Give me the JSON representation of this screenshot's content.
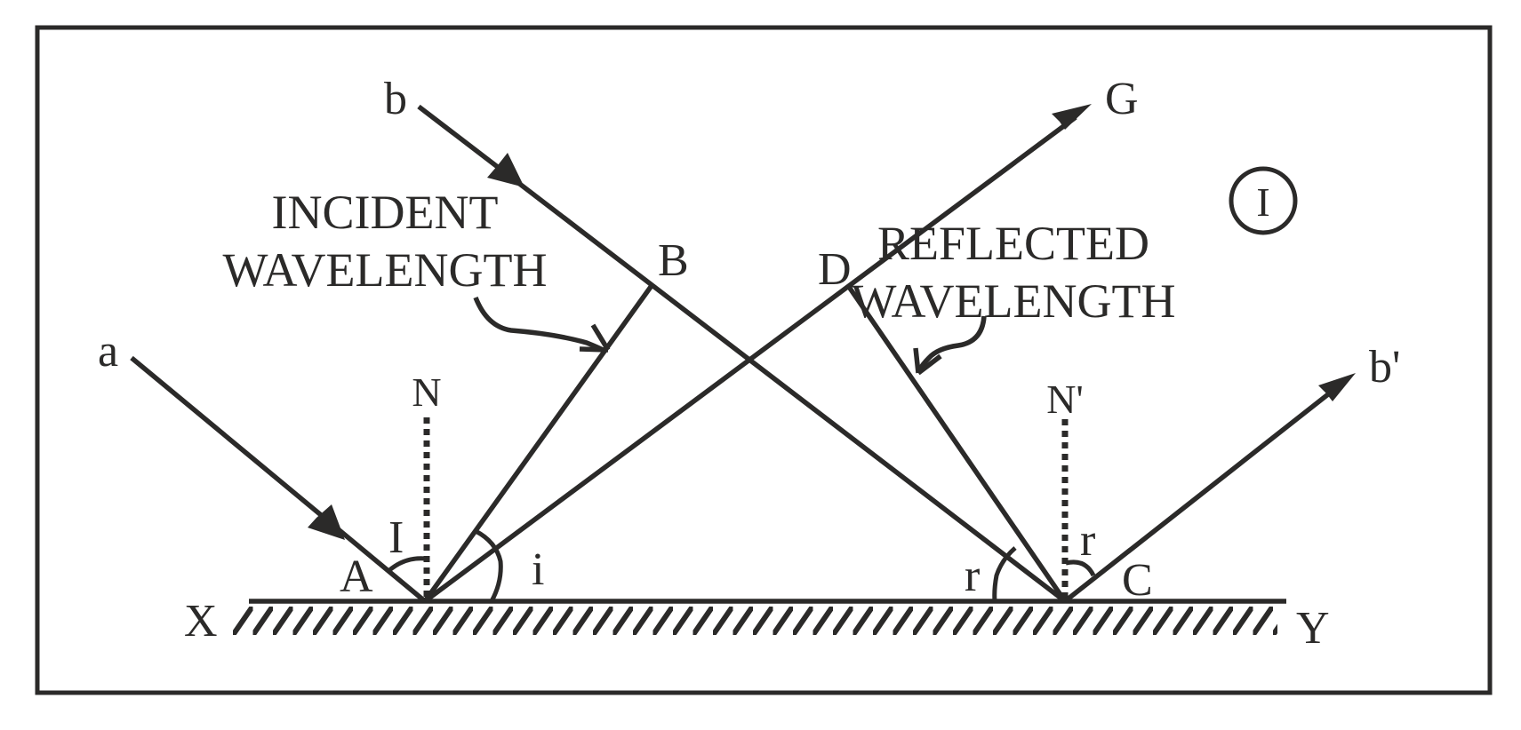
{
  "diagram": {
    "title": "Reflection of a plane wavefront at a plane surface",
    "figure_tag": "I",
    "captions": {
      "incident_line1": "INCIDENT",
      "incident_line2": "WAVELENGTH",
      "reflected_line1": "REFLECTED",
      "reflected_line2": "WAVELENGTH"
    },
    "points": {
      "a": "a",
      "b": "b",
      "A": "A",
      "B": "B",
      "C": "C",
      "D": "D",
      "G": "G",
      "b_prime": "b'",
      "N": "N",
      "N_prime": "N'",
      "X": "X",
      "Y": "Y"
    },
    "angles": {
      "incidence_at_A": "I",
      "wavefront_angle_i": "i",
      "wavefront_angle_r": "r",
      "reflection_at_C": "r"
    },
    "colors": {
      "ink": "#2b2a29",
      "background": "#ffffff"
    }
  }
}
